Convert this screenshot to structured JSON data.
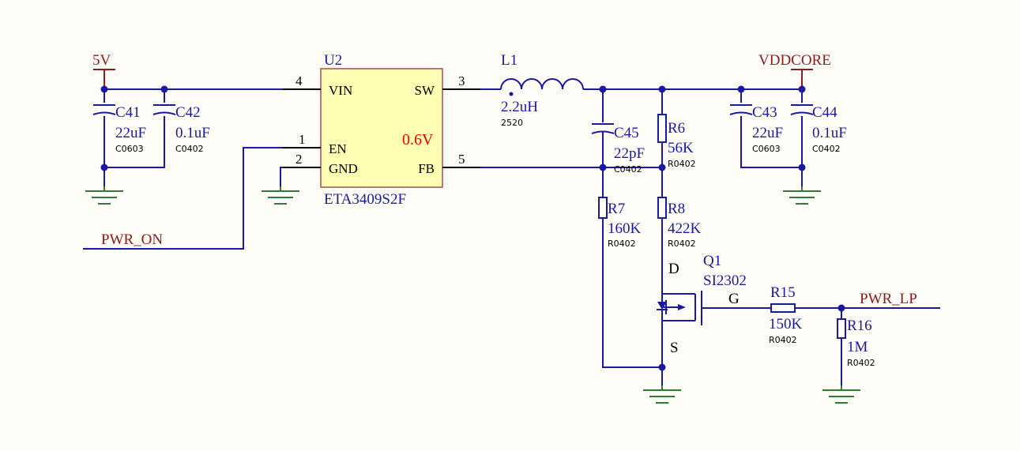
{
  "nets": {
    "vin": "5V",
    "vout": "VDDCORE",
    "enable": "PWR_ON",
    "lp": "PWR_LP"
  },
  "ic": {
    "ref": "U2",
    "part": "ETA3409S2F",
    "note": "0.6V",
    "pins": [
      {
        "num": "4",
        "name": "VIN"
      },
      {
        "num": "1",
        "name": "EN"
      },
      {
        "num": "2",
        "name": "GND"
      },
      {
        "num": "3",
        "name": "SW"
      },
      {
        "num": "5",
        "name": "FB"
      }
    ]
  },
  "inductor": {
    "ref": "L1",
    "value": "2.2uH",
    "footprint": "2520"
  },
  "capacitors": [
    {
      "ref": "C41",
      "value": "22uF",
      "footprint": "C0603"
    },
    {
      "ref": "C42",
      "value": "0.1uF",
      "footprint": "C0402"
    },
    {
      "ref": "C43",
      "value": "22uF",
      "footprint": "C0603"
    },
    {
      "ref": "C44",
      "value": "0.1uF",
      "footprint": "C0402"
    },
    {
      "ref": "C45",
      "value": "22pF",
      "footprint": "C0402"
    }
  ],
  "resistors": [
    {
      "ref": "R6",
      "value": "56K",
      "footprint": "R0402"
    },
    {
      "ref": "R7",
      "value": "160K",
      "footprint": "R0402"
    },
    {
      "ref": "R8",
      "value": "422K",
      "footprint": "R0402"
    },
    {
      "ref": "R15",
      "value": "150K",
      "footprint": "R0402"
    },
    {
      "ref": "R16",
      "value": "1M",
      "footprint": "R0402"
    }
  ],
  "mosfet": {
    "ref": "Q1",
    "part": "SI2302",
    "drain": "D",
    "gate": "G",
    "source": "S"
  },
  "colors": {
    "wire": "#1a1aa0",
    "ground": "#2e7d2e",
    "power": "#8b1a1a",
    "ic_fill": "#ffffb4",
    "highlight": "#e60000"
  }
}
